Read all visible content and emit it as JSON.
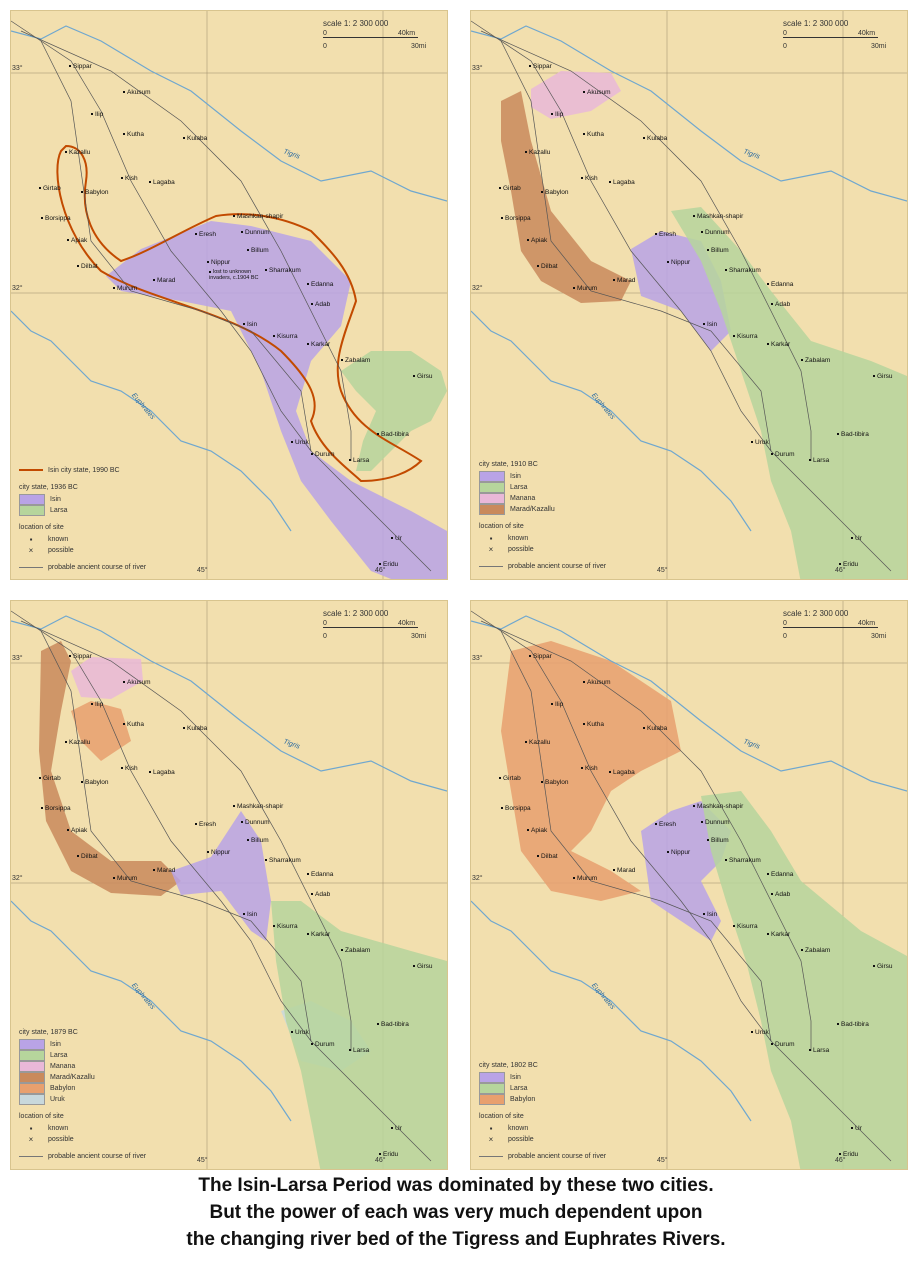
{
  "scale": {
    "label": "scale 1: 2 300 000",
    "km0": "0",
    "km": "40km",
    "mi0": "0",
    "mi": "30mi"
  },
  "rivers": {
    "tigris": "Tigris",
    "euphrates": "Euphrates"
  },
  "coords": {
    "lat33": "33°",
    "lat32": "32°",
    "lon45": "45°",
    "lon46": "46°"
  },
  "legend_common": {
    "location": "location of site",
    "known": "known",
    "possible": "possible",
    "river": "probable ancient course of river",
    "known_glyph": "▪",
    "possible_glyph": "×"
  },
  "colors": {
    "isin": "#b9a3e6",
    "larsa": "#b6d59c",
    "manana": "#e9b8d8",
    "marad": "#c98a5c",
    "babylon": "#e8a06e",
    "uruk": "#c8d8dc",
    "border": "#c24a00",
    "river": "#6fa7cf"
  },
  "panels": [
    {
      "legend": {
        "extra_line": "Isin city state, 1990 BC",
        "title": "city state, 1936 BC",
        "items": [
          {
            "label": "Isin",
            "color": "#b9a3e6"
          },
          {
            "label": "Larsa",
            "color": "#b6d59c"
          }
        ]
      },
      "note": "lost to unknown invaders, c.1904 BC"
    },
    {
      "legend": {
        "title": "city state, 1910 BC",
        "items": [
          {
            "label": "Isin",
            "color": "#b9a3e6"
          },
          {
            "label": "Larsa",
            "color": "#b6d59c"
          },
          {
            "label": "Manana",
            "color": "#e9b8d8"
          },
          {
            "label": "Marad/Kazallu",
            "color": "#c98a5c"
          }
        ]
      }
    },
    {
      "legend": {
        "title": "city state, 1879 BC",
        "items": [
          {
            "label": "Isin",
            "color": "#b9a3e6"
          },
          {
            "label": "Larsa",
            "color": "#b6d59c"
          },
          {
            "label": "Manana",
            "color": "#e9b8d8"
          },
          {
            "label": "Marad/Kazallu",
            "color": "#c98a5c"
          },
          {
            "label": "Babylon",
            "color": "#e8a06e"
          },
          {
            "label": "Uruk",
            "color": "#c8d8dc"
          }
        ]
      }
    },
    {
      "legend": {
        "title": "city state, 1802 BC",
        "items": [
          {
            "label": "Isin",
            "color": "#b9a3e6"
          },
          {
            "label": "Larsa",
            "color": "#b6d59c"
          },
          {
            "label": "Babylon",
            "color": "#e8a06e"
          }
        ]
      }
    }
  ],
  "cities": [
    "Sippar",
    "Akusum",
    "Ilip",
    "Kutha",
    "Kulaba",
    "Kazallu",
    "Kish",
    "Girtab",
    "Babylon",
    "Lagaba",
    "Borsippa",
    "Apiak",
    "Mashkan-shapir",
    "Dunnum",
    "Eresh",
    "Billum",
    "Dilbat",
    "Marad",
    "Murum",
    "Nippur",
    "Sharrakum",
    "Edanna",
    "Adab",
    "Isin",
    "Kisurra",
    "Karkar",
    "Zabalam",
    "Girsu",
    "Bad-tibira",
    "Uruk",
    "Durum",
    "Larsa",
    "Ur",
    "Eridu"
  ],
  "caption": [
    "The Isin-Larsa Period was dominated by these two cities.",
    "But the power of each was very much dependent upon",
    "the changing river bed of the Tigress and Euphrates Rivers."
  ]
}
